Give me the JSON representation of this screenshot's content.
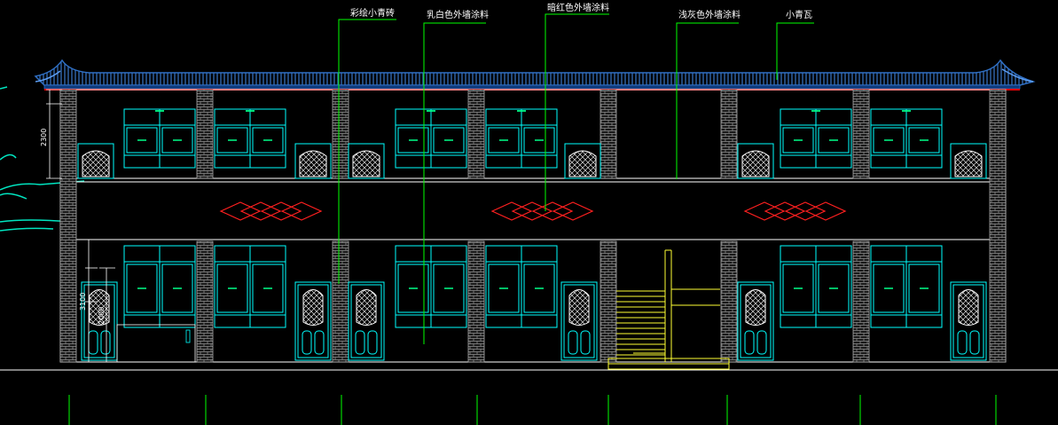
{
  "labels": {
    "colored_small_brick": "彩绘小青砖",
    "milky_white_paint": "乳白色外墙涂料",
    "dark_red_paint": "暗红色外墙涂料",
    "light_gray_paint": "浅灰色外墙涂料",
    "small_tile": "小青瓦"
  },
  "dimensions": {
    "upper_story": "2300",
    "lower_story": "3100",
    "door_height": "2000"
  },
  "colors": {
    "background": "#000000",
    "glass": "#00ffff",
    "leader": "#00ff00",
    "roof_line": "#ff0000",
    "diamond": "#ff2020",
    "roof_tile": "#2f6fc4",
    "stairs": "#ffff33",
    "brick": "#808080",
    "wall_line": "#ffffff"
  }
}
